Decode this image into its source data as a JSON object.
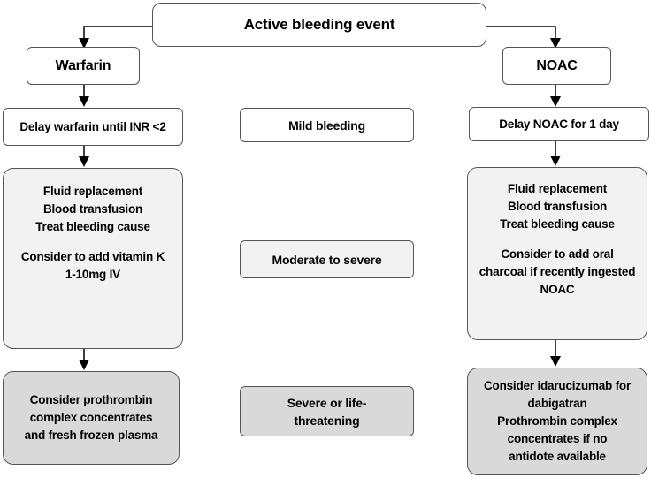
{
  "top": {
    "label": "Active bleeding event"
  },
  "left": {
    "title": "Warfarin",
    "mild": "Delay warfarin until INR <2",
    "moderate": [
      "Fluid replacement",
      "Blood transfusion",
      "Treat bleeding cause",
      "",
      "Consider to add vitamin K",
      "1-10mg IV"
    ],
    "severe": [
      "Consider prothrombin",
      "complex concentrates",
      "and fresh frozen plasma"
    ]
  },
  "middle": {
    "mild": "Mild bleeding",
    "moderate": "Moderate to severe",
    "severe": [
      "Severe or life-",
      "threatening"
    ]
  },
  "right": {
    "title": "NOAC",
    "mild": "Delay NOAC for 1 day",
    "moderate": [
      "Fluid replacement",
      "Blood transfusion",
      "Treat bleeding cause",
      "",
      "Consider to add oral",
      "charcoal if recently ingested",
      "NOAC"
    ],
    "severe": [
      "Consider idarucizumab for",
      "dabigatran",
      "Prothrombin complex",
      "concentrates if no",
      "antidote available"
    ]
  },
  "colors": {
    "white": "#ffffff",
    "light_fill": "#f2f2f2",
    "dark_fill": "#d9d9d9",
    "border": "#555555",
    "arrow": "#000000"
  }
}
